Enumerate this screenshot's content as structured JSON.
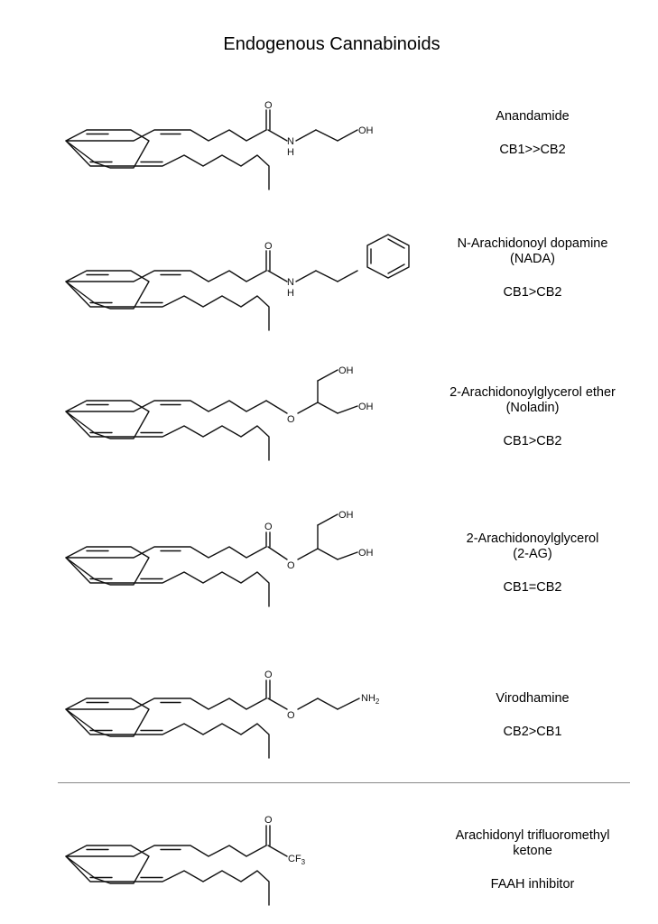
{
  "title": "Endogenous Cannabinoids",
  "atoms": {
    "O": "O",
    "N": "N",
    "H": "H",
    "OH": "OH",
    "NH": "NH",
    "two": "2",
    "CF": "CF",
    "three": "3"
  },
  "compounds": [
    {
      "name": "Anandamide",
      "affinity": "CB1>>CB2",
      "head": "ethanolamide"
    },
    {
      "name": "N-Arachidonoyl dopamine\n(NADA)",
      "affinity": "CB1>CB2",
      "head": "phenethylamide"
    },
    {
      "name": "2-Arachidonoylglycerol ether\n(Noladin)",
      "affinity": "CB1>CB2",
      "head": "glycerol-ether"
    },
    {
      "name": "2-Arachidonoylglycerol\n(2-AG)",
      "affinity": "CB1=CB2",
      "head": "glycerol-ester"
    },
    {
      "name": "Virodhamine",
      "affinity": "CB2>CB1",
      "head": "aminoethyl-ester"
    },
    {
      "name": "Arachidonyl trifluoromethyl\nketone",
      "affinity": "FAAH inhibitor",
      "head": "trifluoromethyl-ketone"
    }
  ]
}
